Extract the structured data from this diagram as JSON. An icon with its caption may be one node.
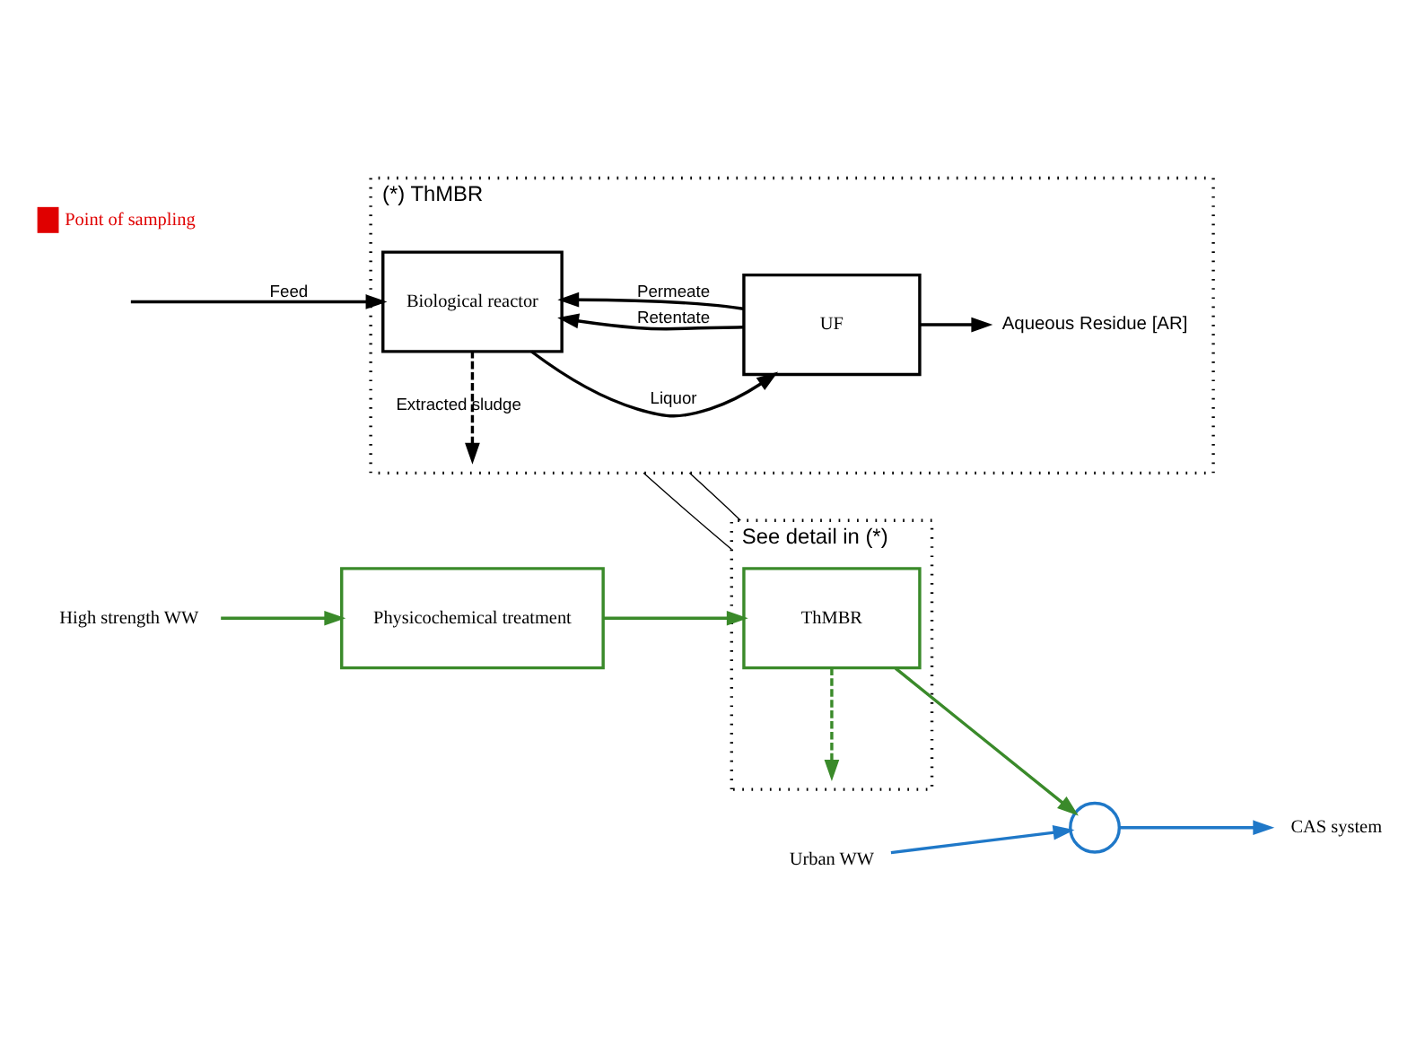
{
  "diagram": {
    "nodes": [
      {
        "text": [
          "High strength WW"
        ]
      },
      {
        "text": [
          "Physicochemical treatment"
        ]
      },
      {
        "text": [
          "See detail in (*)"
        ]
      },
      {
        "text": [
          "ThMBR"
        ],
        "in": 2
      },
      {
        "text": [],
        "shape": "circle"
      },
      {
        "text": [
          "Urban WW"
        ]
      },
      {
        "text": [
          "CAS system"
        ]
      },
      {
        "text": [
          "(*) ThMBR"
        ]
      },
      {
        "text": [
          "Biological reactor"
        ],
        "in": 7
      },
      {
        "text": [
          "UF"
        ],
        "in": 7
      },
      {
        "text": [
          "Aqueous Residue [AR]"
        ],
        "in": 7
      }
    ],
    "edges": [
      {
        "from": 0,
        "to": 1,
        "arrow": "to",
        "color": "#3a8a2a"
      },
      {
        "from": 1,
        "to": 3,
        "arrow": "to",
        "color": "#3a8a2a"
      },
      {
        "from": 3,
        "to": null,
        "arrow": "to",
        "style": "dashed",
        "color": "#3a8a2a"
      },
      {
        "from": 3,
        "to": 4,
        "arrow": "to",
        "color": "#3a8a2a"
      },
      {
        "from": 5,
        "to": 4,
        "arrow": "to",
        "color": "#1f78c8"
      },
      {
        "from": 4,
        "to": 6,
        "arrow": "to",
        "color": "#1f78c8"
      },
      {
        "from": 2,
        "to": 7,
        "arrow": "none"
      },
      {
        "from": 2,
        "to": 7,
        "arrow": "none"
      },
      {
        "from": null,
        "to": 8,
        "arrow": "to",
        "label": "Feed"
      },
      {
        "from": 8,
        "to": 9,
        "arrow": "to",
        "label": "Liquor"
      },
      {
        "from": 9,
        "to": 8,
        "arrow": "to",
        "label": "Retentate"
      },
      {
        "from": 9,
        "to": 8,
        "arrow": "to",
        "label": "Permeate"
      },
      {
        "from": 9,
        "to": 10,
        "arrow": "to"
      },
      {
        "from": 8,
        "to": null,
        "arrow": "to",
        "style": "dashed",
        "label": "Extracted sludge"
      }
    ],
    "legend": [
      {
        "text": "Point of sampling",
        "color": "#e00000"
      }
    ]
  }
}
